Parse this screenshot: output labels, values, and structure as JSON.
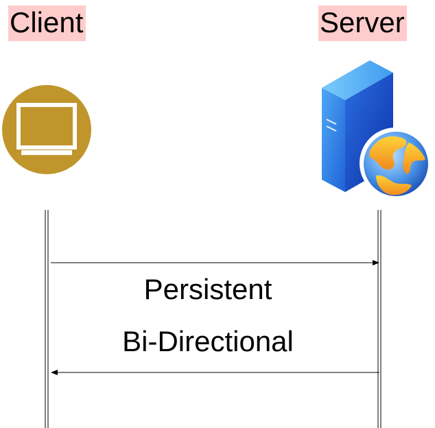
{
  "client": {
    "label": "Client",
    "icon": "monitor-icon",
    "icon_color": "#C0952C"
  },
  "server": {
    "label": "Server",
    "icon": "server-globe-icon"
  },
  "label_background": "#FFCCCC",
  "connection": {
    "line1": "Persistent",
    "line2": "Bi-Directional"
  }
}
